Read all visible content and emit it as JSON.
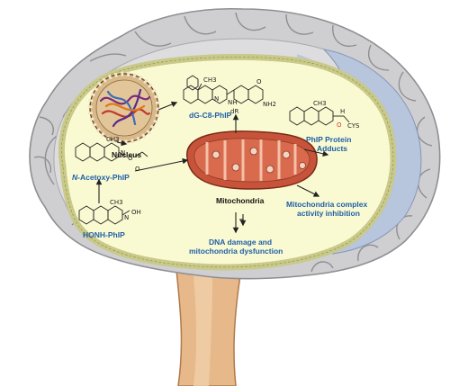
{
  "labels": {
    "nucleus": "Nucleus",
    "dg_c8_phip": "dG-C8-PhIP",
    "phip_protein_adducts_line1": "PhIP Protein",
    "phip_protein_adducts_line2": "Adducts",
    "n_acetoxy_phip_italic": "N",
    "n_acetoxy_phip_rest": "-Acetoxy-PhIP",
    "honh_phip": "HONH-PhIP",
    "mitochondria": "Mitochondria",
    "complex_inhibition_line1": "Mitochondria complex",
    "complex_inhibition_line2": "activity inhibition",
    "dna_damage_line1": "DNA damage and",
    "dna_damage_line2": "mitochondria dysfunction"
  },
  "chem_text": {
    "ch3": "CH3",
    "n": "N",
    "nh": "NH",
    "nh2": "NH2",
    "o": "O",
    "oh": "OH",
    "dr": "dR",
    "cys": "CYS",
    "h": "H"
  },
  "colors": {
    "brain_outer": "#c9c9cc",
    "brain_inner": "#dcdde0",
    "blue_region": "#b7c5dd",
    "cell_fill": "#fafad2",
    "label_blue": "#1f5fa8",
    "mitochondria": "#c7543a",
    "nucleus": "#d8b98a",
    "stem": "#e6b88a"
  }
}
